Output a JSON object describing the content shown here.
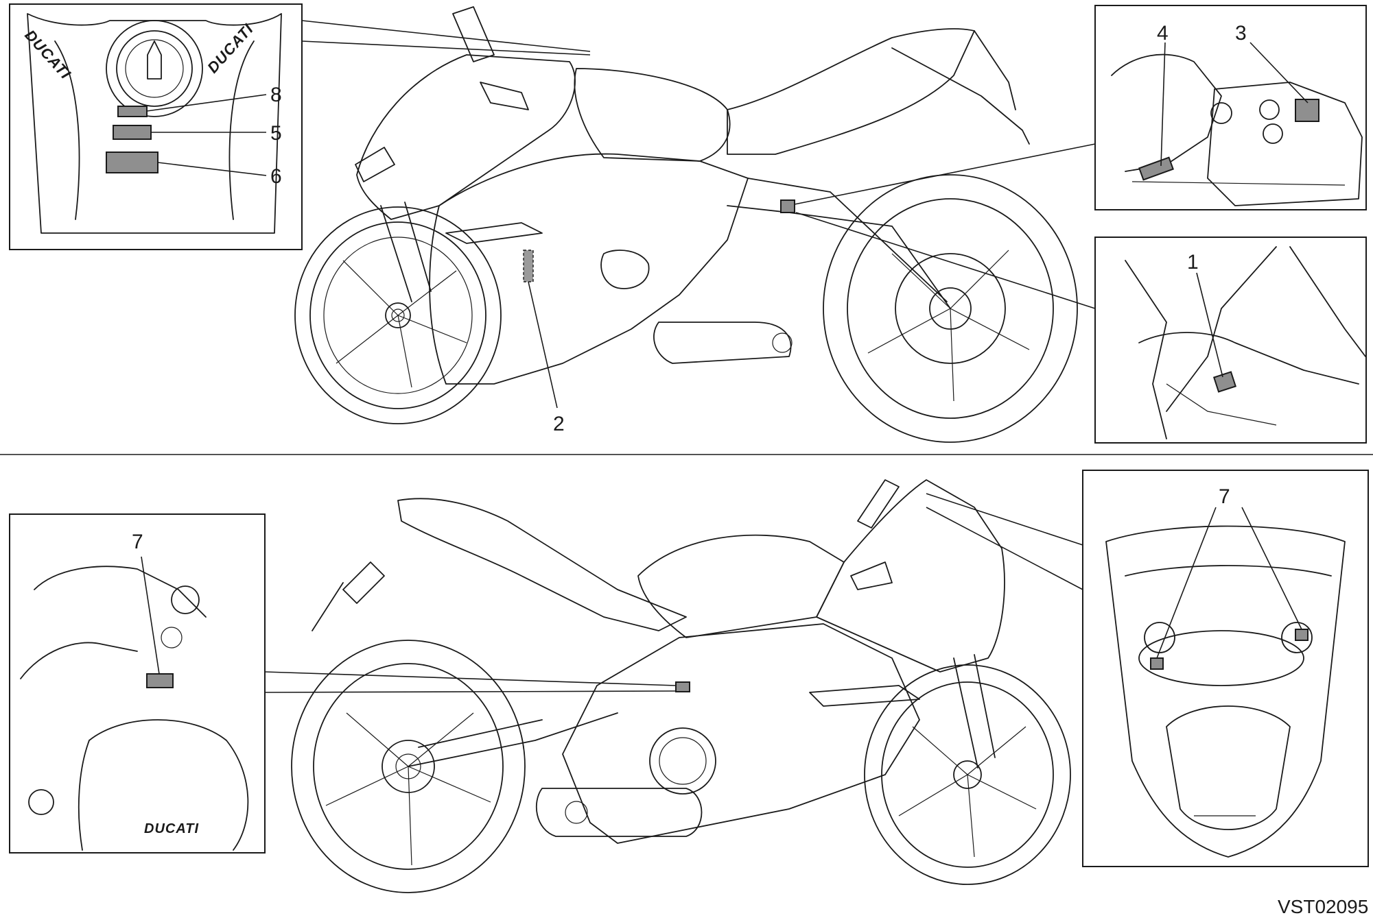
{
  "drawing_code": "VST02095",
  "brand_mark": "DUCATI",
  "callouts": {
    "c1": "1",
    "c2": "2",
    "c3": "3",
    "c4": "4",
    "c5": "5",
    "c6": "6",
    "c7_left": "7",
    "c7_right": "7",
    "c8": "8"
  },
  "colors": {
    "ink": "#1a1a1a",
    "label_fill": "#8f8f8f",
    "background": "#ffffff"
  }
}
